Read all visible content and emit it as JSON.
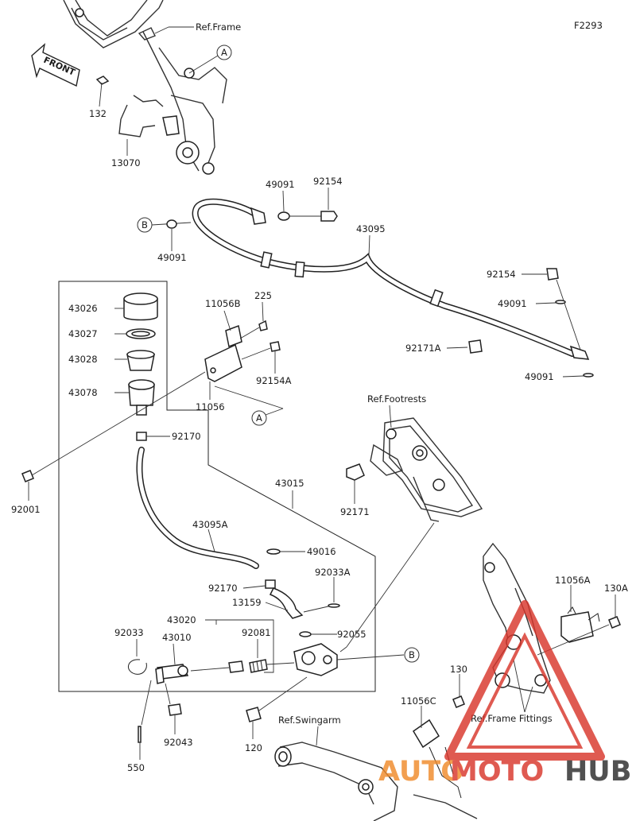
{
  "figure_code": "F2293",
  "front_label": "FRONT",
  "references": {
    "frame": "Ref.Frame",
    "footrests": "Ref.Footrests",
    "swingarm": "Ref.Swingarm",
    "frame_fittings": "Ref.Frame Fittings"
  },
  "callouts": {
    "a": "A",
    "b": "B"
  },
  "parts": {
    "p132": "132",
    "p13070": "13070",
    "p49091_top": "49091",
    "p92154_top": "92154",
    "p43095": "43095",
    "p49091_left": "49091",
    "p92154_right": "92154",
    "p49091_right": "49091",
    "p92171A": "92171A",
    "p49091_bottom": "49091",
    "p43026": "43026",
    "p43027": "43027",
    "p43028": "43028",
    "p43078": "43078",
    "p11056B": "11056B",
    "p225": "225",
    "p92154A": "92154A",
    "p11056": "11056",
    "p92170_top": "92170",
    "p92001": "92001",
    "p43015": "43015",
    "p92171": "92171",
    "p43095A": "43095A",
    "p49016": "49016",
    "p92033A": "92033A",
    "p92170_mid": "92170",
    "p13159": "13159",
    "p43020": "43020",
    "p92033": "92033",
    "p43010": "43010",
    "p92081": "92081",
    "p92055": "92055",
    "p11056A": "11056A",
    "p130A": "130A",
    "p130": "130",
    "p11056C": "11056C",
    "p92043": "92043",
    "p120": "120",
    "p550": "550"
  },
  "watermark": {
    "part1": "AUTO",
    "part2": "MOTO",
    "part3": "HUB"
  },
  "colors": {
    "watermark_red": "#d9362c",
    "watermark_orange": "#f08a2a",
    "watermark_dark": "#2b2b2b"
  }
}
